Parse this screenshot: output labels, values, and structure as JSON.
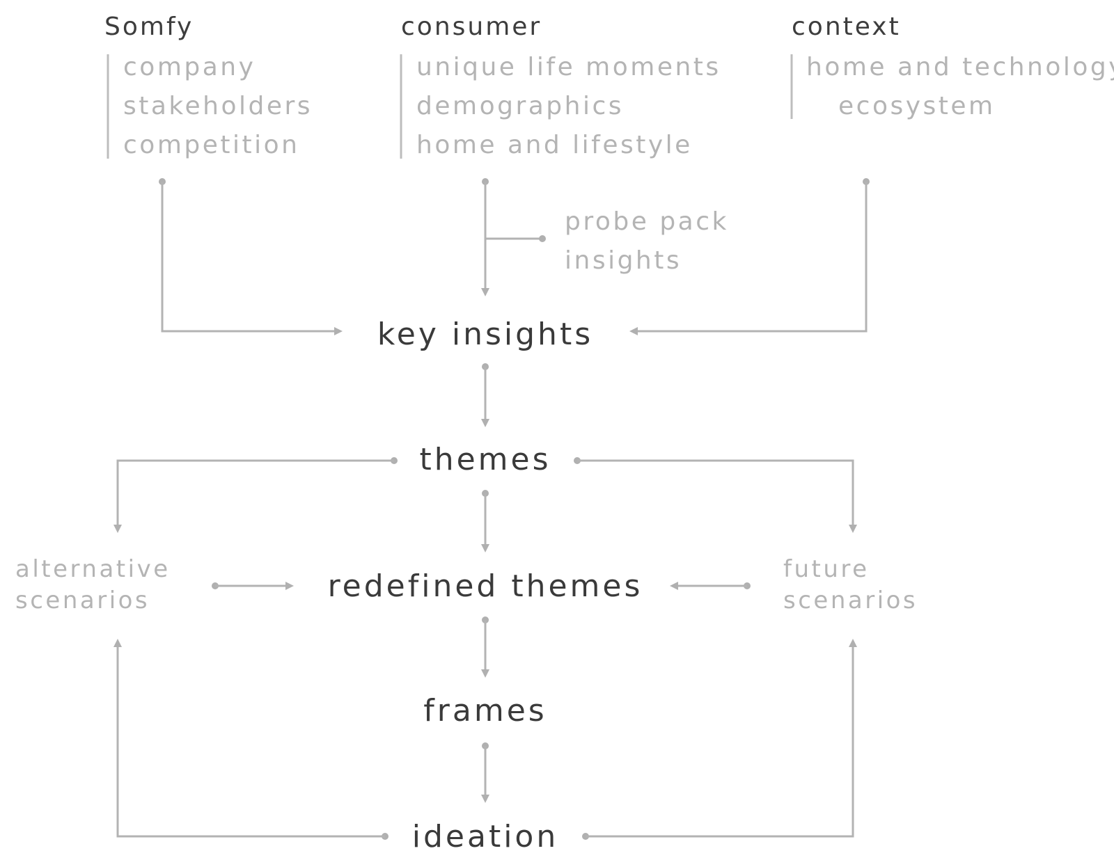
{
  "sources": {
    "somfy": {
      "title": "Somfy",
      "items": [
        "company",
        "stakeholders",
        "competition"
      ]
    },
    "consumer": {
      "title": "consumer",
      "items": [
        "unique life moments",
        "demographics",
        "home and lifestyle"
      ]
    },
    "context": {
      "title": "context",
      "items": [
        "home and technology",
        "ecosystem"
      ]
    }
  },
  "probe": {
    "lines": [
      "probe pack",
      "insights"
    ]
  },
  "flow": {
    "key_insights": "key insights",
    "themes": "themes",
    "redefined_themes": "redefined themes",
    "frames": "frames",
    "ideation": "ideation"
  },
  "scenarios": {
    "alternative": [
      "alternative",
      "scenarios"
    ],
    "future": [
      "future",
      "scenarios"
    ]
  },
  "colors": {
    "primary_text": "#3a3a3a",
    "secondary_text": "#b4b4b4",
    "connector": "#b3b3b3"
  }
}
